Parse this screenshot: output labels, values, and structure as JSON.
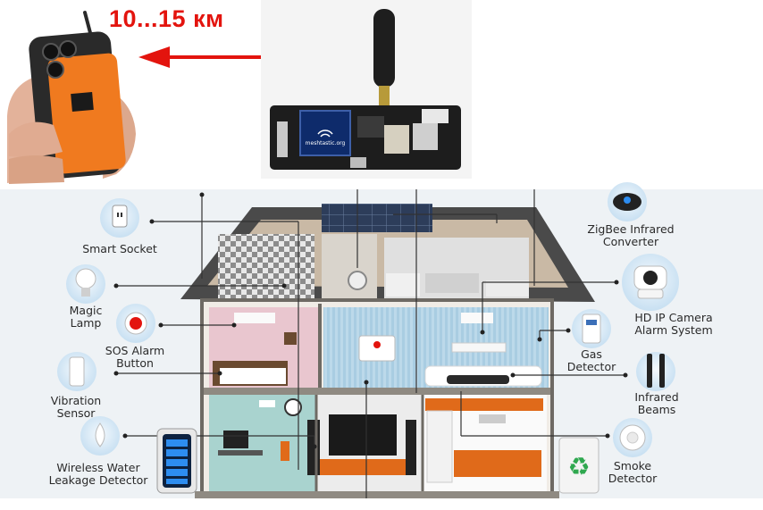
{
  "distance": "10...15 км",
  "board_screen_text": "meshtastic.org",
  "labels": {
    "smart_socket": [
      "Smart Socket"
    ],
    "magic_lamp": [
      "Magic",
      "Lamp"
    ],
    "sos_alarm": [
      "SOS Alarm",
      "Button"
    ],
    "vibration": [
      "Vibration",
      "Sensor"
    ],
    "water_leak": [
      "Wireless Water",
      "Leakage Detector"
    ],
    "zigbee": [
      "ZigBee Infrared",
      "Converter"
    ],
    "ip_camera": [
      "HD IP Camera",
      "Alarm System"
    ],
    "gas": [
      "Gas",
      "Detector"
    ],
    "infrared": [
      "Infrared",
      "Beams"
    ],
    "smoke": [
      "Smoke",
      "Detector"
    ]
  },
  "colors": {
    "arrow": "#e3140e",
    "phone_case": "#f07a1f",
    "board": "#1d1d1d",
    "roof": "#4a4a4a",
    "wall_blue": "#b9d8ea",
    "wall_pink": "#e9c6cf",
    "wall_teal": "#a9d3cf",
    "icon_circle": "#d6e9f7"
  },
  "icons": [
    "phone-icon",
    "lora-board-icon",
    "house-illustration",
    "smart-socket-icon",
    "bulb-icon",
    "sos-button-icon",
    "vibration-sensor-icon",
    "water-leak-icon",
    "zigbee-hub-icon",
    "ip-camera-icon",
    "gas-detector-icon",
    "infrared-beams-icon",
    "smoke-detector-icon",
    "battery-icon",
    "recycle-bin-icon"
  ]
}
